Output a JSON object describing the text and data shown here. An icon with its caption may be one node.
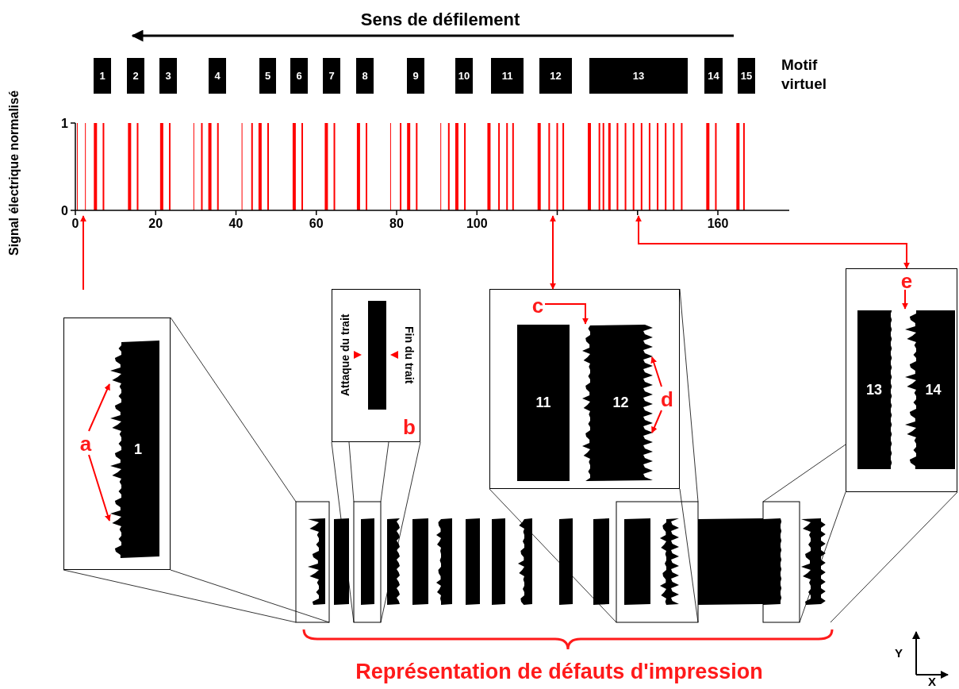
{
  "diagram": {
    "nodes": [
      {
        "text": [
          "1"
        ]
      },
      {
        "text": [
          "2"
        ]
      },
      {
        "text": [
          "3"
        ]
      },
      {
        "text": [
          "4"
        ]
      },
      {
        "text": [
          "5"
        ]
      },
      {
        "text": [
          "6"
        ]
      },
      {
        "text": [
          "7"
        ]
      },
      {
        "text": [
          "8"
        ]
      },
      {
        "text": [
          "9"
        ]
      },
      {
        "text": [
          "10"
        ]
      },
      {
        "text": [
          "11"
        ]
      },
      {
        "text": [
          "12"
        ]
      },
      {
        "text": [
          "13"
        ]
      },
      {
        "text": [
          "14"
        ]
      },
      {
        "text": [
          "15"
        ]
      },
      {
        "text": [],
        "shape": "picture"
      },
      {
        "text": [],
        "shape": "box"
      },
      {
        "text": [
          "1"
        ],
        "in": 16
      },
      {
        "text": [
          "a"
        ],
        "in": 16
      },
      {
        "text": [],
        "shape": "box"
      },
      {
        "text": [
          "Attaque du trait"
        ],
        "in": 19
      },
      {
        "text": [],
        "shape": "bar",
        "in": 19
      },
      {
        "text": [
          "Fin du trait"
        ],
        "in": 19
      },
      {
        "text": [
          "b"
        ],
        "in": 19
      },
      {
        "text": [],
        "shape": "box"
      },
      {
        "text": [
          "c"
        ],
        "in": 24
      },
      {
        "text": [
          "11"
        ],
        "in": 24
      },
      {
        "text": [
          "12"
        ],
        "in": 24
      },
      {
        "text": [
          "d"
        ],
        "in": 24
      },
      {
        "text": [],
        "shape": "box"
      },
      {
        "text": [
          "e"
        ],
        "in": 29
      },
      {
        "text": [
          "13"
        ],
        "in": 29
      },
      {
        "text": [
          "14"
        ],
        "in": 29
      }
    ],
    "edges": [
      {
        "from": null,
        "to": 15,
        "arrow": "to"
      },
      {
        "from": 15,
        "to": 24,
        "arrow": "both"
      },
      {
        "from": 15,
        "to": 29,
        "arrow": "both"
      },
      {
        "from": 18,
        "to": 17,
        "arrow": "to"
      },
      {
        "from": 18,
        "to": 17,
        "arrow": "to"
      },
      {
        "from": 25,
        "to": 27,
        "arrow": "to"
      },
      {
        "from": 28,
        "to": 27,
        "arrow": "to"
      },
      {
        "from": 28,
        "to": 27,
        "arrow": "to"
      },
      {
        "from": 30,
        "to": null,
        "arrow": "to"
      }
    ],
    "labels": [
      "Sens de défilement",
      "Motif virtuel",
      "Signal électrique normalisé",
      "1",
      "0",
      "0",
      "20",
      "40",
      "60",
      "80",
      "100",
      "160",
      "Représentation de défauts d'impression",
      "Y",
      "X"
    ]
  }
}
